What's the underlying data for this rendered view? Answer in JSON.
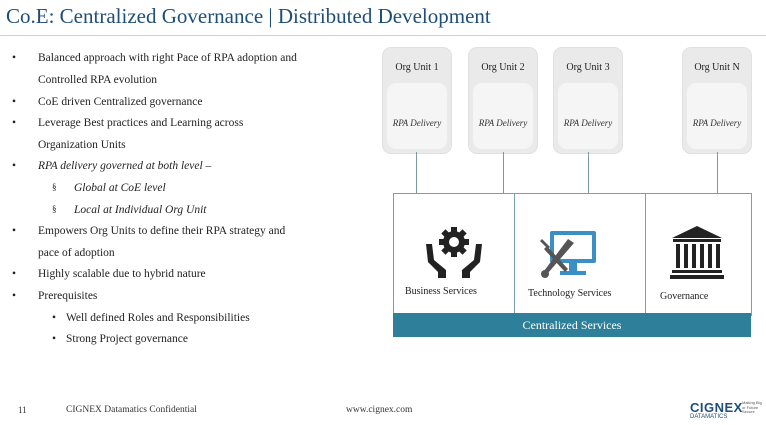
{
  "title": "Co.E: Centralized Governance | Distributed Development",
  "bullets": [
    {
      "marker": "•",
      "text": "Balanced approach with right Pace of RPA adoption and"
    },
    {
      "marker": "",
      "text": "Controlled RPA evolution"
    },
    {
      "marker": "•",
      "text": "CoE driven Centralized governance"
    },
    {
      "marker": "•",
      "text": "Leverage Best practices and Learning  across"
    },
    {
      "marker": "",
      "text": "Organization Units"
    },
    {
      "marker": "•",
      "text": "RPA delivery governed  at both level –"
    },
    {
      "marker": "§",
      "text": "Global at CoE level"
    },
    {
      "marker": "§",
      "text": "Local at Individual Org Unit"
    },
    {
      "marker": "•",
      "text": "Empowers Org Units to define their RPA strategy and"
    },
    {
      "marker": "",
      "text": "pace of adoption"
    },
    {
      "marker": "•",
      "text": "Highly scalable due to hybrid nature"
    },
    {
      "marker": "•",
      "text": "Prerequisites"
    },
    {
      "marker": "•",
      "text": "Well defined Roles and Responsibilities"
    },
    {
      "marker": "•",
      "text": "Strong Project governance"
    }
  ],
  "org_units": [
    {
      "name": "Org Unit 1",
      "delivery": "RPA Delivery"
    },
    {
      "name": "Org Unit 2",
      "delivery": "RPA Delivery"
    },
    {
      "name": "Org Unit 3",
      "delivery": "RPA Delivery"
    },
    {
      "name": "Org Unit N",
      "delivery": "RPA Delivery"
    }
  ],
  "services": {
    "business": "Business Services",
    "technology": "Technology Services",
    "governance": "Governance",
    "bar": "Centralized Services"
  },
  "icons": {
    "business": "gear-hands-icon",
    "technology": "monitor-tools-icon",
    "governance": "institution-icon"
  },
  "colors": {
    "title": "#1f4e79",
    "bar": "#2e7f99",
    "icon": "#222222",
    "icon_accent": "#3a8fc4"
  },
  "footer": {
    "page": "11",
    "confidential": "CIGNEX Datamatics Confidential",
    "url": "www.cignex.com",
    "logo_main": "CIGNEX",
    "logo_sub": "DATAMATICS",
    "logo_side": "Making Big or Future Secure"
  }
}
